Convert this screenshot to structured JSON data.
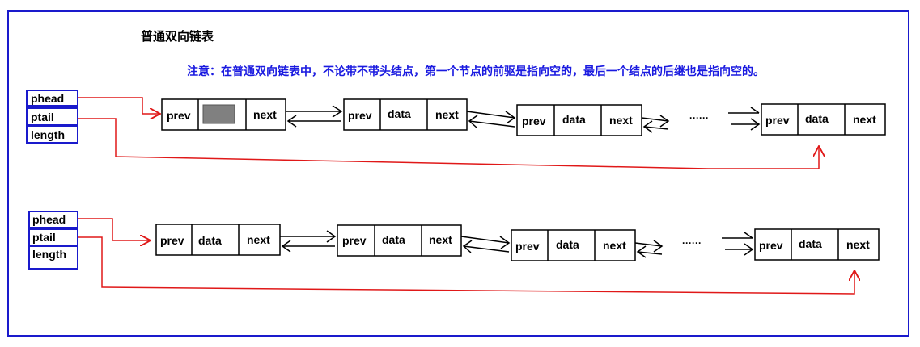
{
  "title": "普通双向链表",
  "note": "注意：在普通双向链表中，不论带不带头结点，第一个节点的前驱是指向空的，最后一个结点的后继也是指向空的。",
  "colors": {
    "frame": "#1a1acc",
    "note": "#1a1ae0",
    "arrow_red": "#e01818",
    "ink": "#000000",
    "head_fill": "#808080"
  },
  "head_fields": [
    "phead",
    "ptail",
    "length"
  ],
  "node_fields": {
    "prev": "prev",
    "data": "data",
    "next": "next"
  },
  "ellipsis": "······",
  "diagrams": [
    {
      "name": "with-head-node",
      "first_node_data_is_placeholder": true
    },
    {
      "name": "without-head-node",
      "first_node_data_is_placeholder": false
    }
  ]
}
